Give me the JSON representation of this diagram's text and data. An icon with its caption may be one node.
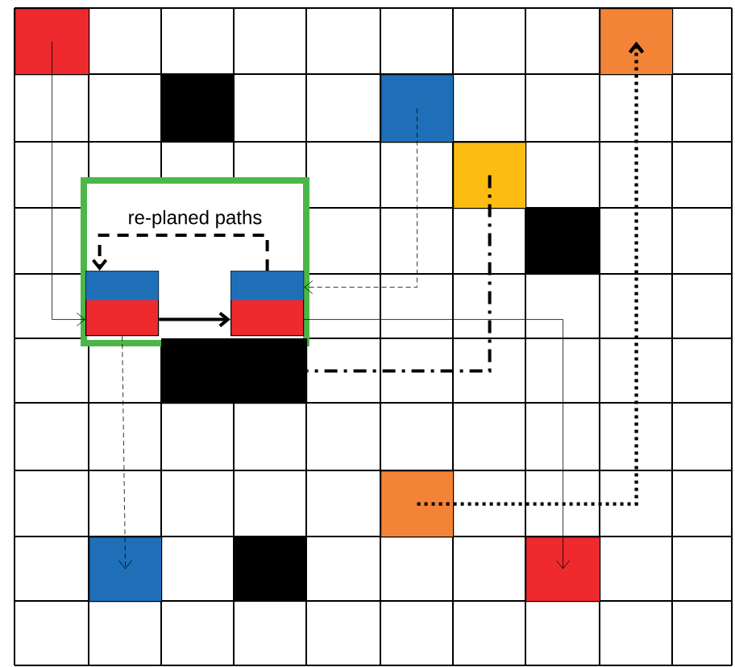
{
  "diagram": {
    "nodes": [
      {
        "text": [],
        "shape": "box"
      },
      {
        "text": [],
        "shape": "box"
      },
      {
        "text": [],
        "shape": "box"
      },
      {
        "text": [],
        "shape": "box"
      },
      {
        "text": [
          "re-planed paths"
        ]
      },
      {
        "text": [],
        "shape": "box",
        "in": 4
      },
      {
        "text": [],
        "shape": "box",
        "in": 4
      },
      {
        "text": [],
        "shape": "box"
      },
      {
        "text": [],
        "shape": "box"
      },
      {
        "text": [],
        "shape": "box"
      },
      {
        "text": [],
        "shape": "box"
      }
    ],
    "edges": [
      {
        "from": 0,
        "to": 5,
        "arrow": "to"
      },
      {
        "from": 2,
        "to": 6,
        "arrow": "to",
        "style": "dashed"
      },
      {
        "from": 3,
        "to": 7,
        "arrow": "none",
        "style": "dashed"
      },
      {
        "from": 8,
        "to": 1,
        "arrow": "to",
        "style": "dashed"
      },
      {
        "from": 6,
        "to": 10,
        "arrow": "to"
      },
      {
        "from": 5,
        "to": 9,
        "arrow": "to",
        "style": "dashed"
      },
      {
        "from": 5,
        "to": 6,
        "arrow": "to",
        "style": "thick"
      },
      {
        "from": 6,
        "to": 5,
        "arrow": "to",
        "style": "dashed"
      }
    ]
  }
}
